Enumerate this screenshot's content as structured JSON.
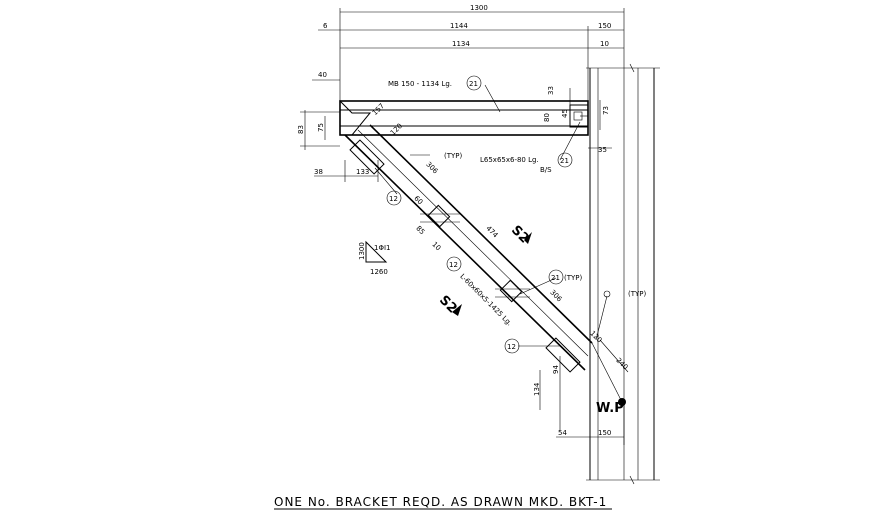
{
  "dimensions": {
    "top_overall": "1300",
    "top_left_gap": "6",
    "top_beam_outer": "1144",
    "top_right_outer": "150",
    "beam_inner": "1134",
    "beam_inner_right": "10",
    "left_40": "40",
    "left_83": "83",
    "left_75": "75",
    "left_38": "38",
    "left_133": "133",
    "end_157": "157",
    "end_120": "120",
    "right_33": "33",
    "right_80": "80",
    "right_45": "45",
    "right_73": "73",
    "right_35": "35",
    "diag_306_upper": "306",
    "diag_60": "60",
    "diag_474": "474",
    "diag_85": "85",
    "diag_10": "10",
    "diag_306_lower": "306",
    "diag_120": "120",
    "diag_240": "240",
    "lower_94": "94",
    "lower_134": "134",
    "bottom_54": "54",
    "bottom_150": "150"
  },
  "labels": {
    "beam_callout": "MB 150 - 1134 Lg.",
    "beam_callout_mark": "21",
    "angle_callout": "L65x65x6-80 Lg.",
    "angle_callout_mark": "21",
    "angle_callout_sub": "B/S",
    "diagonal_callout": "L-60x60x5-1425 Lg.",
    "diagonal_mark": "12",
    "mark_12_upper": "12",
    "mark_12_lower": "12",
    "mark_21_mid": "21",
    "typ_1": "(TYP)",
    "typ_2": "(TYP)",
    "typ_3": "(TYP)",
    "section_upper": "S2",
    "section_lower": "S2",
    "work_point": "W.P",
    "slope_rise": "1300",
    "slope_run": "1260",
    "slope_note": "1ΦI1",
    "title": "ONE No. BRACKET REQD. AS DRAWN MKD. BKT-1"
  }
}
